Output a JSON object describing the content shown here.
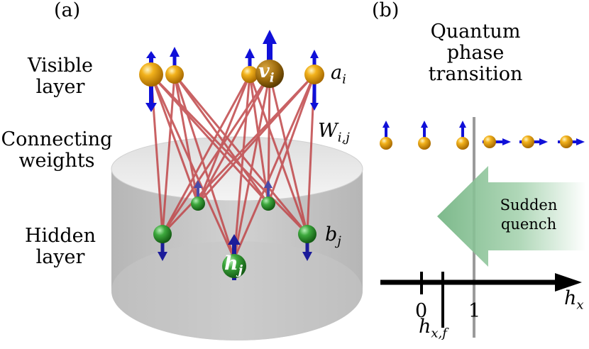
{
  "panel_a": {
    "tag": "(a)",
    "labels": {
      "visible_line1": "Visible",
      "visible_line2": "layer",
      "connecting_line1": "Connecting",
      "connecting_line2": "weights",
      "hidden_line1": "Hidden",
      "hidden_line2": "layer"
    },
    "symbols": {
      "a_i": "a",
      "a_i_sub": "i",
      "v_i": "v",
      "v_i_sub": "i",
      "W_ij": "W",
      "W_ij_sub": "i,j",
      "b_j": "b",
      "b_j_sub": "j",
      "h_j": "h",
      "h_j_sub": "j"
    },
    "colors": {
      "visible_node": "#e8a317",
      "hidden_node": "#2e8b2e",
      "spin_arrow": "#1010d8",
      "weight_line": "#c0474a",
      "cylinder": "#b9b9b9"
    }
  },
  "panel_b": {
    "tag": "(b)",
    "title_line1": "Quantum",
    "title_line2": "phase",
    "title_line3": "transition",
    "arrow_line1": "Sudden",
    "arrow_line2": "quench",
    "axis": {
      "tick_0": "0",
      "tick_1": "1",
      "label": "h",
      "label_sub": "x",
      "quench_label": "h",
      "quench_label_sub": "x,f"
    },
    "colors": {
      "spin_ball": "#e8a317",
      "spin_arrow": "#1010d8",
      "quench_arrow": "#7fbf8f",
      "transition_line": "#9a9a9a"
    }
  }
}
